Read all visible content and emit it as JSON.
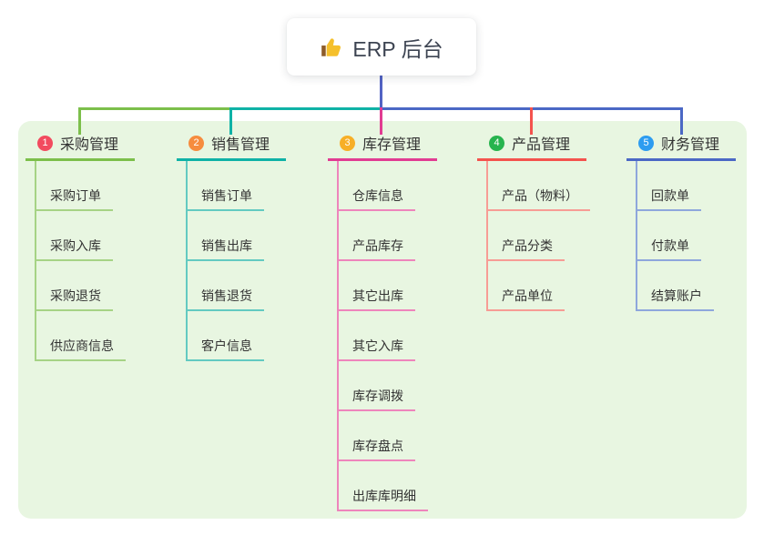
{
  "root": {
    "icon": "thumbs-up",
    "label": "ERP 后台"
  },
  "branches": [
    {
      "badge": "1",
      "label": "采购管理",
      "line_color": "#7cbf4b",
      "line_light": "#a6d385",
      "badge_color": "#f24b5f",
      "items": [
        "采购订单",
        "采购入库",
        "采购退货",
        "供应商信息"
      ]
    },
    {
      "badge": "2",
      "label": "销售管理",
      "line_color": "#0fb2a6",
      "line_light": "#63cac1",
      "badge_color": "#f68c3e",
      "items": [
        "销售订单",
        "销售出库",
        "销售退货",
        "客户信息"
      ]
    },
    {
      "badge": "3",
      "label": "库存管理",
      "line_color": "#e13c92",
      "line_light": "#ee85bc",
      "badge_color": "#f7af27",
      "items": [
        "仓库信息",
        "产品库存",
        "其它出库",
        "其它入库",
        "库存调拨",
        "库存盘点",
        "出库库明细"
      ]
    },
    {
      "badge": "4",
      "label": "产品管理",
      "line_color": "#f4534e",
      "line_light": "#f79c95",
      "badge_color": "#27b44e",
      "items": [
        "产品（物料）",
        "产品分类",
        "产品单位"
      ]
    },
    {
      "badge": "5",
      "label": "财务管理",
      "line_color": "#4b68c5",
      "line_light": "#8ea7dc",
      "badge_color": "#2d9cf0",
      "items": [
        "回款单",
        "付款单",
        "结算账户"
      ]
    }
  ],
  "colors": {
    "canvas_bg": "#ffffff",
    "panel_bg": "#e8f6e1",
    "root_connector": "#5263c4",
    "root_text": "#3d4452",
    "topic_text": "#333333",
    "item_text": "#333333",
    "thumbs_up_icon": "#f5c02c"
  }
}
